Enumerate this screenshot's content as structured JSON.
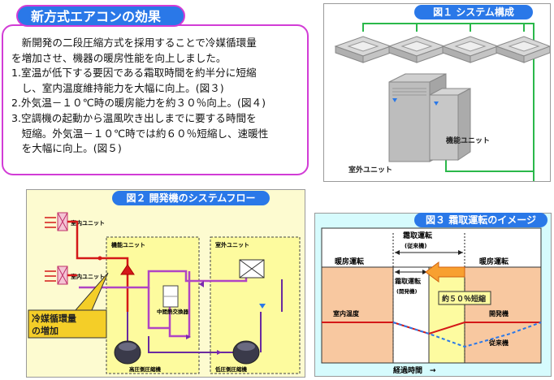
{
  "panel1": {
    "title": "新方式エアコンの効果",
    "lines": [
      "　新開発の二段圧縮方式を採用することで冷媒循環量",
      "を増加させ、機器の暖房性能を向上しました。",
      "1.室温が低下する要因である霜取時間を約半分に短縮",
      "　し、室内温度維持能力を大幅に向上。(図３)",
      "2.外気温－１０℃時の暖房能力を約３０％向上。(図４)",
      "3.空調機の起動から温風吹き出しまでに要する時間を",
      "　短縮。外気温－１０℃時では約６０％短縮し、速暖性",
      "　を大幅に向上。(図５)"
    ]
  },
  "fig1": {
    "title": "図１ システム構成",
    "label_compressor": "機能ユニット",
    "label_outdoor": "室外ユニット"
  },
  "fig2": {
    "title": "図２ 開発機のシステムフロー",
    "label_indoor1": "室内ユニット",
    "label_indoor2": "室内ユニット",
    "label_func_unit": "機能ユニット",
    "label_outdoor_unit": "室外ユニット",
    "label_intercooler": "中間熱交換器",
    "label_hp_comp": "高圧側圧縮機",
    "label_lp_comp": "低圧側圧縮機",
    "callout_line1": "冷媒循環量",
    "callout_line2": "の増加"
  },
  "fig3": {
    "title": "図３ 霜取運転のイメージ",
    "label_defrost_top": "霜取運転",
    "label_defrost_conv": "(従来機)",
    "label_heating_left": "暖房運転",
    "label_heating_right": "暖房運転",
    "label_defrost_dev": "霜取運転",
    "label_defrost_dev_sub": "(開発機)",
    "label_reduction": "約５０％短縮",
    "label_room_temp": "室内温度",
    "label_dev": "開発機",
    "label_conv": "従来機",
    "label_time_axis": "経過時間　→"
  }
}
